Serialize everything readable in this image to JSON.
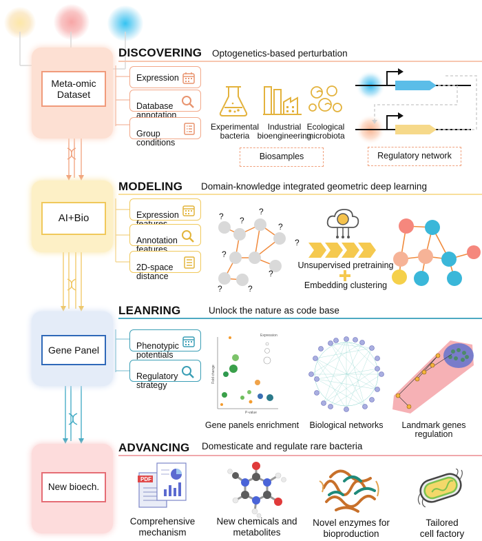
{
  "stages": [
    {
      "id": "discovering",
      "box_label": "Meta-omic\nDataset",
      "title": "DISCOVERING",
      "subtitle": "Optogenetics-based perturbation",
      "color": "#f2a07a",
      "items": [
        {
          "label": "Expression",
          "icon": "calendar-icon"
        },
        {
          "label": "Database\nannotation",
          "icon": "magnifier-icon"
        },
        {
          "label": "Group\nconditions",
          "icon": "list-icon"
        }
      ],
      "biosamples": [
        "Experimental\nbacteria",
        "Industrial\nbioengineering",
        "Ecological\nmicrobiota"
      ],
      "biosamples_label": "Biosamples",
      "network_label": "Regulatory network"
    },
    {
      "id": "modeling",
      "box_label": "AI+Bio",
      "title": "MODELING",
      "subtitle": "Domain-knowledge integrated geometric deep learning",
      "color": "#f0c84a",
      "items": [
        {
          "label": "Expression\nfeatures",
          "icon": "calendar-icon"
        },
        {
          "label": "Annotation\nfeatures",
          "icon": "magnifier-icon"
        },
        {
          "label": "2D-space\ndistance",
          "icon": "list-icon"
        }
      ],
      "question_mark": "?",
      "pretraining_label": "Unsupervised pretraining",
      "clustering_label": "Embedding clustering"
    },
    {
      "id": "learning",
      "box_label": "Gene Panel",
      "title": "LEANRING",
      "subtitle": "Unlock the nature as code base",
      "color": "#3a9eb5",
      "items": [
        {
          "label": "Phenotypic\npotentials",
          "icon": "calendar-icon"
        },
        {
          "label": "Regulatory\nstrategy",
          "icon": "magnifier-icon"
        }
      ],
      "panel_captions": [
        "Gene panels enrichment",
        "Biological networks",
        "Landmark genes regulation"
      ],
      "enrichment_legend_title": "Expression",
      "enrichment_xlabel": "P-value",
      "enrichment_ylabel": "Fold change"
    },
    {
      "id": "advancing",
      "box_label": "New bioech.",
      "title": "ADVANCING",
      "subtitle": "Domesticate and regulate rare bacteria",
      "color": "#e8858a",
      "outcomes": [
        "Comprehensive\nmechanism",
        "New chemicals and\nmetabolites",
        "Novel enzymes for\nbioproduction",
        "Tailored\ncell factory"
      ],
      "pdf_label": "PDF"
    }
  ],
  "light_colors": [
    "#f7d27a",
    "#f28c8c",
    "#2fa6e0"
  ]
}
